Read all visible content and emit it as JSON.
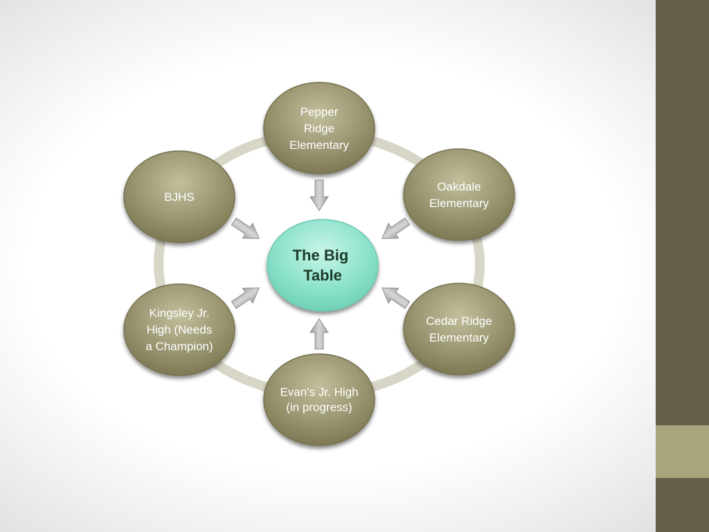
{
  "diagram": {
    "center": {
      "lines": [
        "The Big",
        "Table"
      ]
    },
    "nodes": [
      {
        "id": "pepper-ridge",
        "lines": [
          "Pepper",
          "Ridge",
          "Elementary"
        ]
      },
      {
        "id": "oakdale",
        "lines": [
          "Oakdale",
          "Elementary"
        ]
      },
      {
        "id": "cedar-ridge",
        "lines": [
          "Cedar Ridge",
          "Elementary"
        ]
      },
      {
        "id": "evans",
        "lines": [
          "Evan’s Jr. High",
          "(in progress)"
        ]
      },
      {
        "id": "kingsley",
        "lines": [
          "Kingsley Jr.",
          "High (Needs",
          "a Champion)"
        ]
      },
      {
        "id": "bjhs",
        "lines": [
          "BJHS"
        ]
      }
    ]
  },
  "colors": {
    "node_fill": "#8f8b66",
    "node_light": "#c2bf9c",
    "center_fill": "#86e0c8",
    "center_light": "#c9f5e8",
    "ring": "#d8d6c6",
    "arrow": "#b3b3b3",
    "side_band": "#665f47",
    "side_accent": "#a9a57c"
  }
}
